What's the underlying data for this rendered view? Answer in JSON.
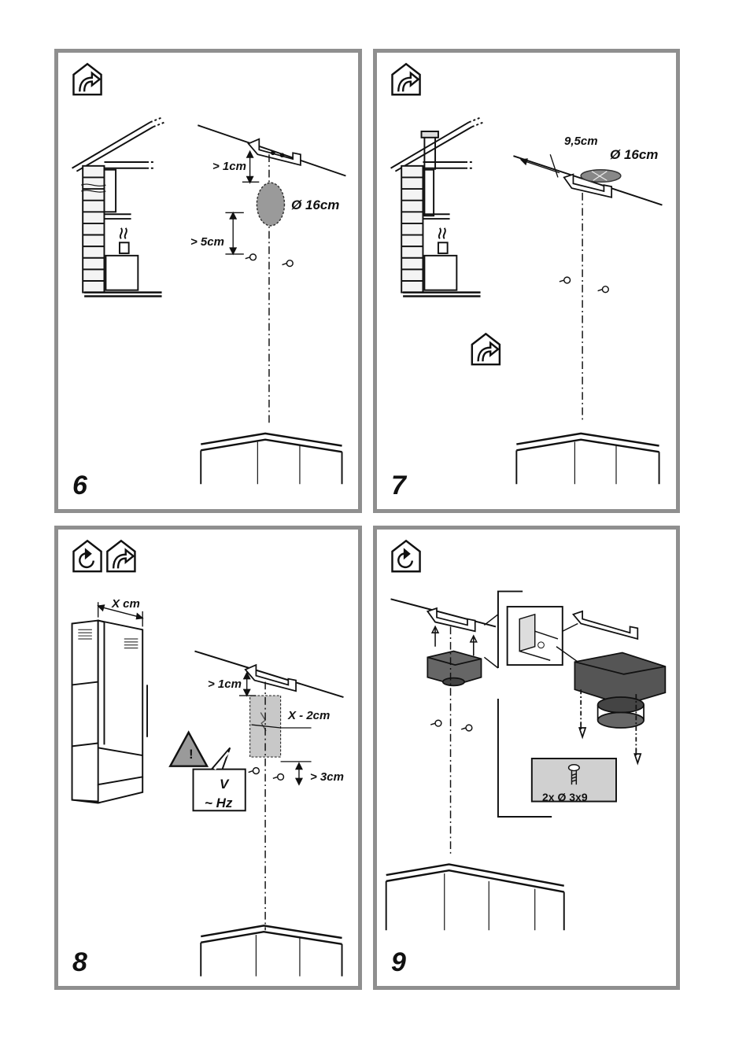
{
  "panels": [
    {
      "number": "6",
      "icons": [
        "exhaust-house-icon"
      ],
      "labels": {
        "top_gap": "> 1cm",
        "hole_diameter": "Ø 16cm",
        "screw_gap": "> 5cm"
      }
    },
    {
      "number": "7",
      "icons": [
        "exhaust-house-icon",
        "exhaust-house-icon"
      ],
      "labels": {
        "bracket_offset": "9,5cm",
        "hole_diameter": "Ø 16cm"
      }
    },
    {
      "number": "8",
      "icons": [
        "recirculation-house-icon",
        "exhaust-house-icon"
      ],
      "labels": {
        "chimney_width": "X cm",
        "top_gap": "> 1cm",
        "socket_width": "X - 2cm",
        "screw_gap": "> 3cm",
        "warning_symbol": "!",
        "voltage": "V",
        "frequency": "~ Hz"
      }
    },
    {
      "number": "9",
      "icons": [
        "recirculation-house-icon"
      ],
      "labels": {
        "screws": "2x Ø 3x9"
      }
    }
  ],
  "colors": {
    "frame": "#8f8f8f",
    "warning_fill": "#9a9a9a",
    "shade": "#c8c8c8"
  }
}
